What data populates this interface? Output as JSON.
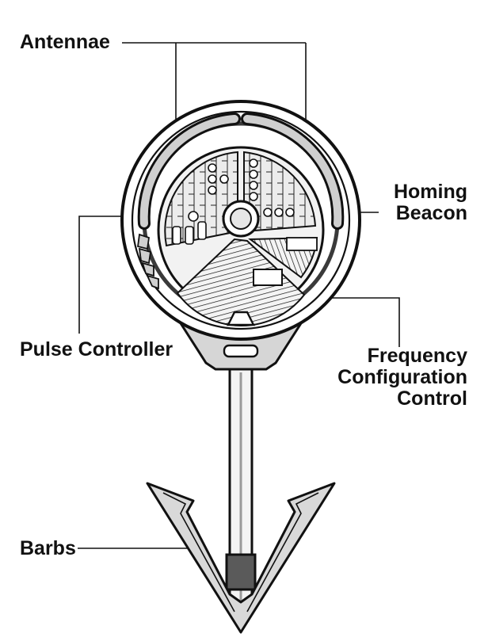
{
  "labels": {
    "antennae": "Antennae",
    "homing_beacon": [
      "Homing",
      "Beacon"
    ],
    "pulse_controller": "Pulse Controller",
    "frequency_configuration_control": [
      "Frequency",
      "Configuration",
      "Control"
    ],
    "barbs": "Barbs"
  },
  "colors": {
    "ink": "#111111",
    "light_fill": "#f2f2f2",
    "mid_gray": "#bcbcbc",
    "dark_gray": "#5a5a5a",
    "background": "#ffffff"
  }
}
